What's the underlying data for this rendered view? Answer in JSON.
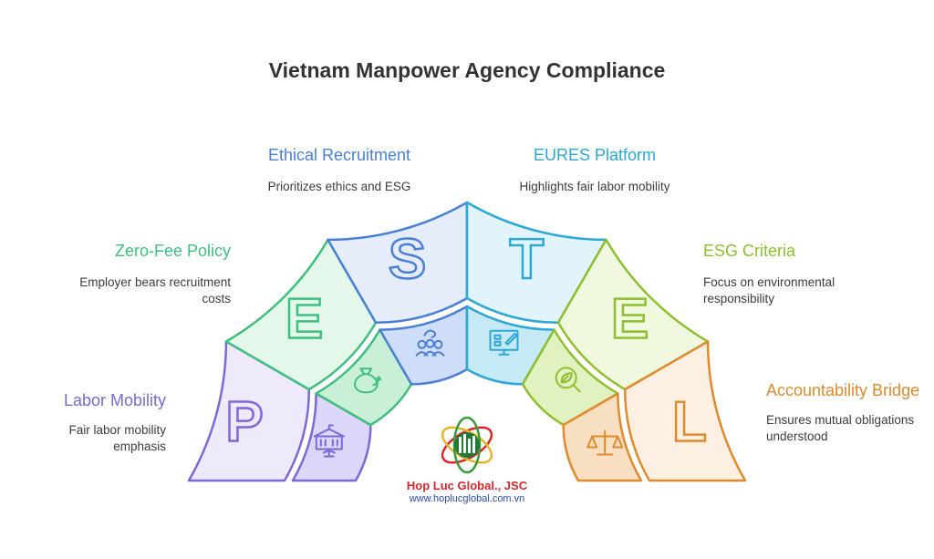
{
  "title": "Vietnam Manpower Agency Compliance",
  "segments": [
    {
      "letter": "P",
      "heading": "Labor Mobility",
      "description": "Fair labor mobility emphasis",
      "color": "#7b68d9",
      "fill": "#eeeafc",
      "inner_fill": "#dcd6f8",
      "icon": "building-icon"
    },
    {
      "letter": "E",
      "heading": "Zero-Fee Policy",
      "description": "Employer bears recruitment costs",
      "color": "#3fbf7f",
      "fill": "#e3f7ea",
      "inner_fill": "#c9f0d6",
      "icon": "money-bag-icon"
    },
    {
      "letter": "S",
      "heading": "Ethical Recruitment",
      "description": "Prioritizes ethics and ESG",
      "color": "#4a7fd6",
      "fill": "#e5edfb",
      "inner_fill": "#cfdef8",
      "icon": "people-group-icon"
    },
    {
      "letter": "T",
      "heading": "EURES Platform",
      "description": "Highlights fair labor mobility",
      "color": "#2ba8d6",
      "fill": "#e2f4fb",
      "inner_fill": "#c6e9f6",
      "icon": "monitor-edit-icon"
    },
    {
      "letter": "E",
      "heading": "ESG Criteria",
      "description": "Focus on environmental responsibility",
      "color": "#8dbf2e",
      "fill": "#f0f8e0",
      "inner_fill": "#e1f1c0",
      "icon": "leaf-search-icon"
    },
    {
      "letter": "L",
      "heading": "Accountability Bridge",
      "description": "Ensures mutual obligations understood",
      "color": "#e08a2c",
      "fill": "#fdf0e2",
      "inner_fill": "#f9dfc2",
      "icon": "scales-icon"
    }
  ],
  "logo": {
    "name": "Hop Luc Global., JSC",
    "url": "www.hoplucglobal.com.vn"
  }
}
